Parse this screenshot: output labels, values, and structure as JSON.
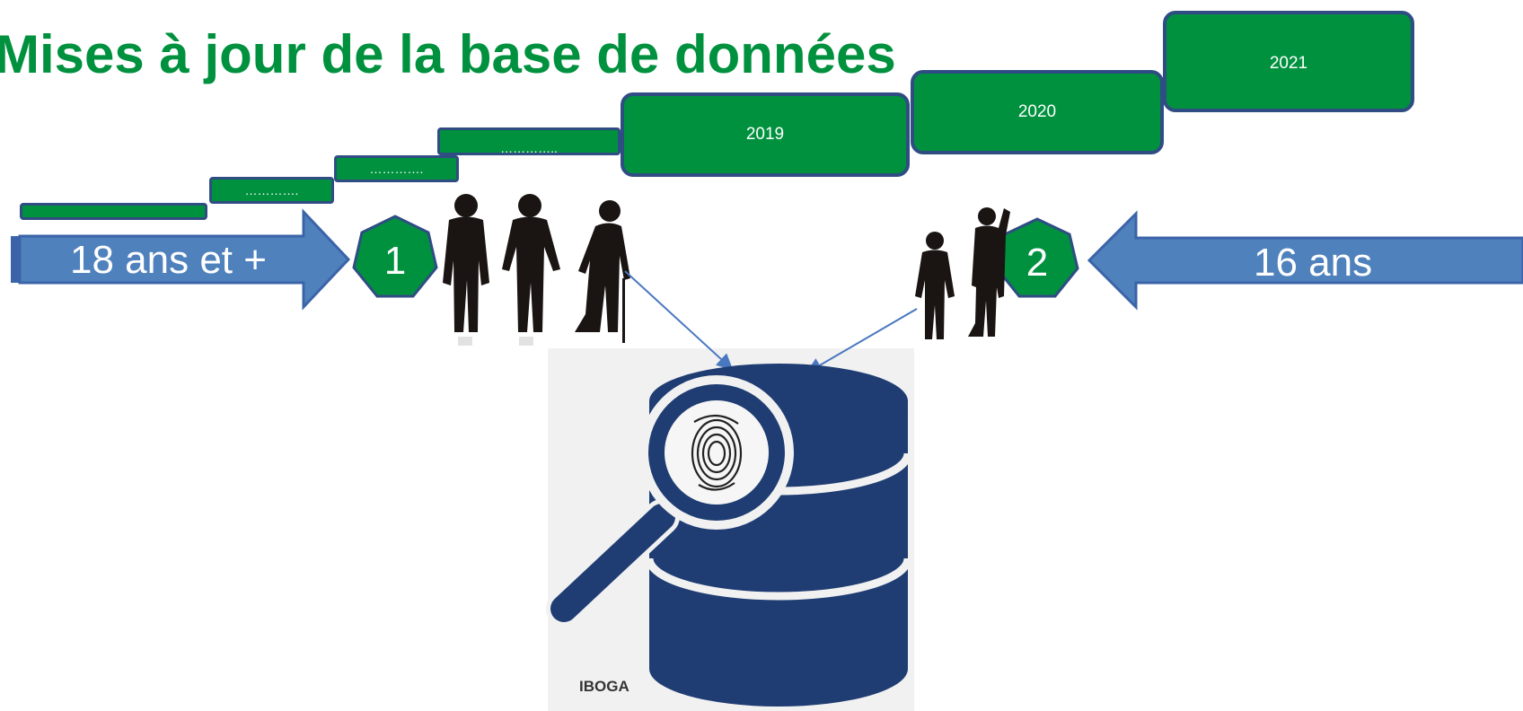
{
  "title": "Mises à jour de la base de données",
  "timeline": [
    {
      "label": "………….."
    },
    {
      "label": "…………."
    },
    {
      "label": "…………."
    },
    {
      "label": "………….."
    },
    {
      "label": "2019"
    },
    {
      "label": "2020"
    },
    {
      "label": "2021"
    }
  ],
  "left_arrow": {
    "label": "18 ans et +"
  },
  "right_arrow": {
    "label": "16 ans"
  },
  "badges": [
    "1",
    "2"
  ],
  "database": {
    "label": "IBOGA"
  },
  "colors": {
    "green": "#00913f",
    "arrow_blue": "#4f81bd",
    "navy": "#1f3d73",
    "border": "#2f4d82"
  }
}
